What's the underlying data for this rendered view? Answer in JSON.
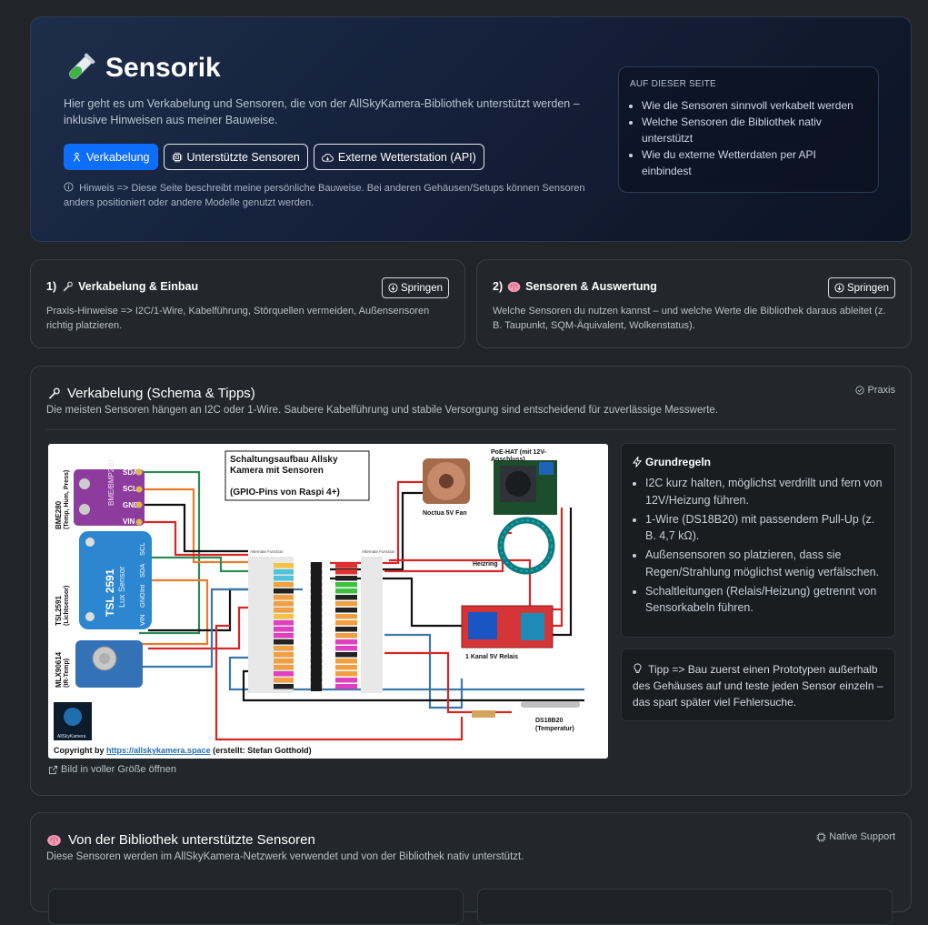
{
  "hero": {
    "title": "Sensorik",
    "lead": "Hier geht es um Verkabelung und Sensoren, die von der AllSkyKamera-Bibliothek unterstützt werden – inklusive Hinweisen aus meiner Bauweise.",
    "buttons": [
      "Verkabelung",
      "Unterstützte Sensoren",
      "Externe Wetterstation (API)"
    ],
    "hint": "Hinweis => Diese Seite beschreibt meine persönliche Bauweise. Bei anderen Gehäusen/Setups können Sensoren anders positioniert oder andere Modelle genutzt werden."
  },
  "toc": {
    "title": "AUF DIESER SEITE",
    "items": [
      "Wie die Sensoren sinnvoll verkabelt werden",
      "Welche Sensoren die Bibliothek nativ unterstützt",
      "Wie du externe Wetterdaten per API einbindest"
    ]
  },
  "sections": [
    {
      "number": "1)",
      "title": "Verkabelung & Einbau",
      "desc": "Praxis-Hinweise => I2C/1-Wire, Kabelführung, Störquellen vermeiden, Außensensoren richtig platzieren.",
      "jump": "Springen"
    },
    {
      "number": "2)",
      "title": "Sensoren & Auswertung",
      "desc": "Welche Sensoren du nutzen kannst – und welche Werte die Bibliothek daraus ableitet (z. B. Taupunkt, SQM-Äquivalent, Wolkenstatus).",
      "jump": "Springen"
    }
  ],
  "wiring": {
    "title": "Verkabelung (Schema & Tipps)",
    "badge": "Praxis",
    "subtitle": "Die meisten Sensoren hängen an I2C oder 1-Wire. Saubere Kabelführung und stabile Versorgung sind entscheidend für zuverlässige Messwerte.",
    "image_link": "Bild in voller Größe öffnen",
    "rules_title": "Grundregeln",
    "rules": [
      "I2C kurz halten, möglichst verdrillt und fern von 12V/Heizung führen.",
      "1-Wire (DS18B20) mit passendem Pull-Up (z. B. 4,7 kΩ).",
      "Außensensoren so platzieren, dass sie Regen/Strahlung möglichst wenig verfälschen.",
      "Schaltleitungen (Relais/Heizung) getrennt von Sensorkabeln führen."
    ],
    "tip": "Tipp => Bau zuerst einen Prototypen außerhalb des Gehäuses auf und teste jeden Sensor einzeln – das spart später viel Fehlersuche.",
    "diagram": {
      "title_lines": [
        "Schaltungsaufbau Allsky",
        "Kamera mit Sensoren",
        "",
        "(GPIO-Pins von Raspi 4+)"
      ],
      "labels": {
        "bme": "BME280",
        "bme_sub": "(Temp, Hum, Press)",
        "tsl": "TSL2591",
        "tsl_sub": "(Lichtsensor)",
        "tsl_chip": "TSL 2591",
        "tsl_lux": "Lux Sensor",
        "mlx": "MLX90614",
        "mlx_sub": "(IR-Temp)",
        "fan": "Noctua 5V Fan",
        "poe1": "PoE-HAT (mit 12V-",
        "poe2": "Anschluss)",
        "heater": "Heizring",
        "relay": "1 Kanal 5V Relais",
        "ds": "DS18B20",
        "ds_sub": "(Temperatur)",
        "logo": "AllSkyKamera",
        "copyright_prefix": "Copyright by",
        "copyright_link": "https://allskykamera.space",
        "copyright_suffix": "(erstellt: Stefan Gotthold)",
        "alt_function": "Alternate Function",
        "bme_pins": [
          "SDA",
          "SCL",
          "GND",
          "VIN"
        ],
        "tsl_pins": [
          "SCL",
          "SDA",
          "Int",
          "GND",
          "VIN"
        ]
      }
    }
  },
  "supported": {
    "title": "Von der Bibliothek unterstützte Sensoren",
    "badge": "Native Support",
    "subtitle": "Diese Sensoren werden im AllSkyKamera-Netzwerk verwendet und von der Bibliothek nativ unterstützt."
  },
  "colors": {
    "primary": "#0d6efd",
    "page_bg": "#212529",
    "card_bg": "#23272b"
  }
}
